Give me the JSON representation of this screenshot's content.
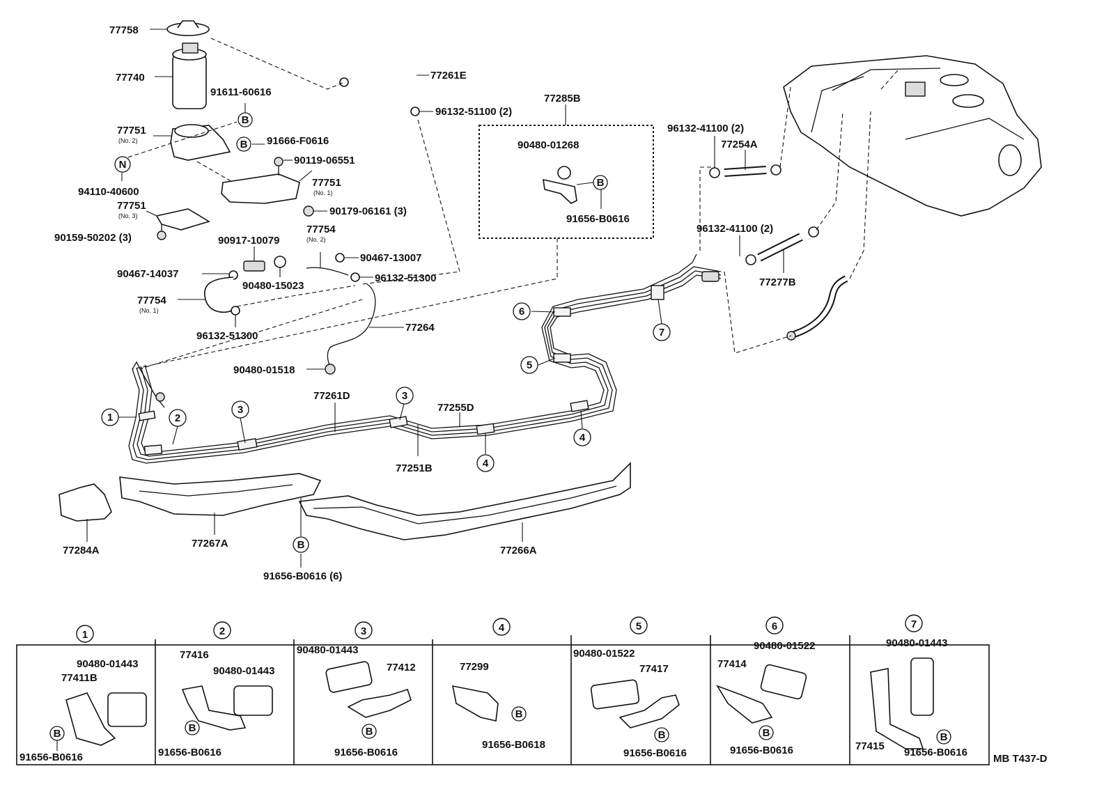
{
  "labels": {
    "p77758": "77758",
    "p77740": "77740",
    "p91611": "91611-60616",
    "p77751a": "77751",
    "p77751a_sub": "(No. 2)",
    "p91666": "91666-F0616",
    "p90119": "90119-06551",
    "p94110": "94110-40600",
    "p77751b": "77751",
    "p77751b_sub": "(No. 1)",
    "p77751c": "77751",
    "p77751c_sub": "(No. 3)",
    "p90179": "90179-06161 (3)",
    "p90159": "90159-50202 (3)",
    "p90917": "90917-10079",
    "p77754a": "77754",
    "p77754a_sub": "(No. 2)",
    "p90467a": "90467-13007",
    "p90467b": "90467-14037",
    "p90480a": "90480-15023",
    "p96132a": "96132-51300",
    "p77754b": "77754",
    "p77754b_sub": "(No. 1)",
    "p96132b": "96132-51300",
    "p77264": "77264",
    "p90480b": "90480-01518",
    "p77261e": "77261E",
    "p96132c": "96132-51100 (2)",
    "p77285b": "77285B",
    "p90480c": "90480-01268",
    "p91656a": "91656-B0616",
    "p96132d": "96132-41100 (2)",
    "p77254a": "77254A",
    "p96132e": "96132-41100 (2)",
    "p77277b": "77277B",
    "p77261d": "77261D",
    "p77255d": "77255D",
    "p77251b": "77251B",
    "p77284a": "77284A",
    "p77267a": "77267A",
    "p91656b": "91656-B0616 (6)",
    "p77266a": "77266A",
    "code": "MB T437-D"
  },
  "bubbles": {
    "n1": "1",
    "n2": "2",
    "n3": "3",
    "n4": "4",
    "n5": "5",
    "n6": "6",
    "n7": "7",
    "b": "B",
    "n": "N"
  },
  "details": [
    {
      "num": "1",
      "labels": [
        "90480-01443",
        "77411B",
        "91656-B0616"
      ]
    },
    {
      "num": "2",
      "labels": [
        "77416",
        "90480-01443",
        "91656-B0616"
      ]
    },
    {
      "num": "3",
      "labels": [
        "90480-01443",
        "77412",
        "91656-B0616"
      ]
    },
    {
      "num": "4",
      "labels": [
        "77299",
        "91656-B0618"
      ]
    },
    {
      "num": "5",
      "labels": [
        "90480-01522",
        "77417",
        "91656-B0616"
      ]
    },
    {
      "num": "6",
      "labels": [
        "77414",
        "90480-01522",
        "91656-B0616"
      ]
    },
    {
      "num": "7",
      "labels": [
        "90480-01443",
        "77415",
        "91656-B0616"
      ]
    }
  ]
}
